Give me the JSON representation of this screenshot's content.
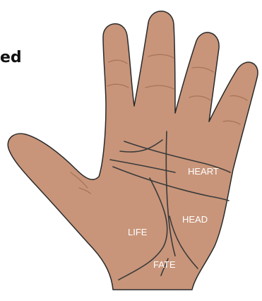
{
  "partial_text": "ed",
  "colors": {
    "skin": "#c8957a",
    "outline": "#2a2a2a",
    "crease": "#a9735a",
    "palm_line": "#3a3a3a",
    "label": "#ffffff"
  },
  "labels": {
    "heart": "HEART",
    "head": "HEAD",
    "life": "LIFE",
    "fate": "FATE"
  }
}
